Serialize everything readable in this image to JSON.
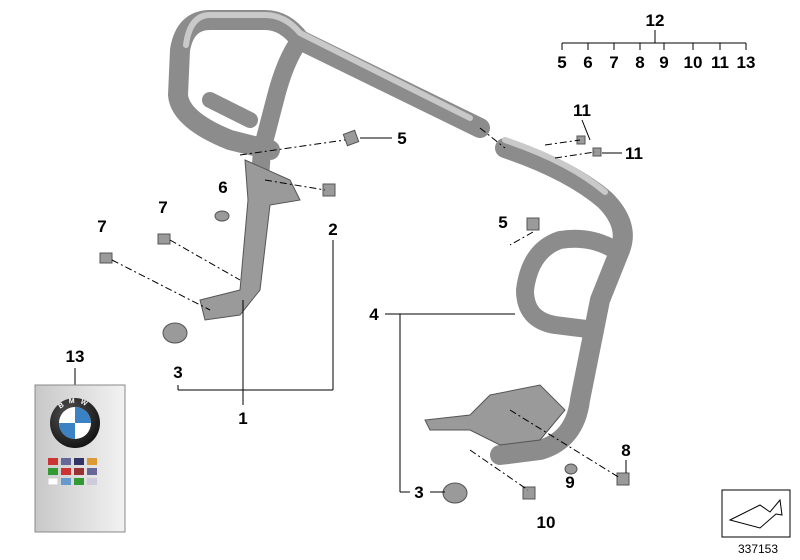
{
  "diagram": {
    "tree": {
      "root": "12",
      "children": [
        "5",
        "6",
        "7",
        "8",
        "9",
        "10",
        "11",
        "13"
      ]
    },
    "callouts": [
      "5",
      "11",
      "11",
      "6",
      "7",
      "7",
      "2",
      "5",
      "4",
      "3",
      "1",
      "13",
      "8",
      "9",
      "3",
      "10"
    ],
    "image_number": "337153",
    "manual_logo_text": "BMW",
    "colors": {
      "tube": "#8c8c8c",
      "tube_highlight": "#c9c9c9",
      "manual": "#d6d6d6"
    }
  }
}
